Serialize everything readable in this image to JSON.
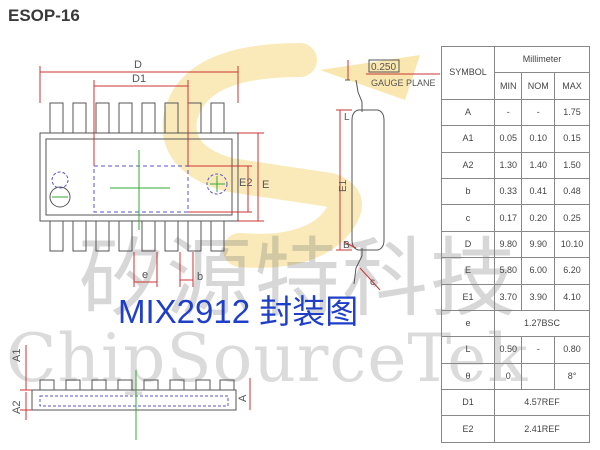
{
  "title": "ESOP-16",
  "caption": "MIX2912 封装图",
  "watermark": {
    "chinese": "矽源特科技",
    "english": "ChipSourceTek"
  },
  "drawing_labels": {
    "D": "D",
    "D1": "D1",
    "E": "E",
    "E2": "E2",
    "E1": "E1",
    "e": "e",
    "b": "b",
    "A1": "A1",
    "A2": "A2",
    "A": "A",
    "B": "B",
    "L": "L",
    "c": "c",
    "gauge_value": "0.250",
    "gauge_plane": "GAUGE PLANE"
  },
  "colors": {
    "caption": "#1f3fc8",
    "dim_line": "#cc3333",
    "center_line": "#33aa33",
    "hidden_line": "#5555cc",
    "logo": "#f2c94c"
  },
  "table": {
    "symbol_header": "SYMBOL",
    "unit_header": "Millimeter",
    "col_min": "MIN",
    "col_nom": "NOM",
    "col_max": "MAX",
    "rows": [
      {
        "symbol": "A",
        "min": "-",
        "nom": "-",
        "max": "1.75"
      },
      {
        "symbol": "A1",
        "min": "0.05",
        "nom": "0.10",
        "max": "0.15"
      },
      {
        "symbol": "A2",
        "min": "1.30",
        "nom": "1.40",
        "max": "1.50"
      },
      {
        "symbol": "b",
        "min": "0.33",
        "nom": "0.41",
        "max": "0.48"
      },
      {
        "symbol": "c",
        "min": "0.17",
        "nom": "0.20",
        "max": "0.25"
      },
      {
        "symbol": "D",
        "min": "9.80",
        "nom": "9.90",
        "max": "10.10"
      },
      {
        "symbol": "E",
        "min": "5.80",
        "nom": "6.00",
        "max": "6.20"
      },
      {
        "symbol": "E1",
        "min": "3.70",
        "nom": "3.90",
        "max": "4.10"
      }
    ],
    "row_e": {
      "symbol": "e",
      "value": "1.27BSC"
    },
    "row_L": {
      "symbol": "L",
      "min": "0.50",
      "nom": "-",
      "max": "0.80"
    },
    "row_theta": {
      "symbol": "θ",
      "min": "0",
      "nom": "",
      "max": "8°"
    },
    "row_D1": {
      "symbol": "D1",
      "value": "4.57REF"
    },
    "row_E2": {
      "symbol": "E2",
      "value": "2.41REF"
    }
  }
}
